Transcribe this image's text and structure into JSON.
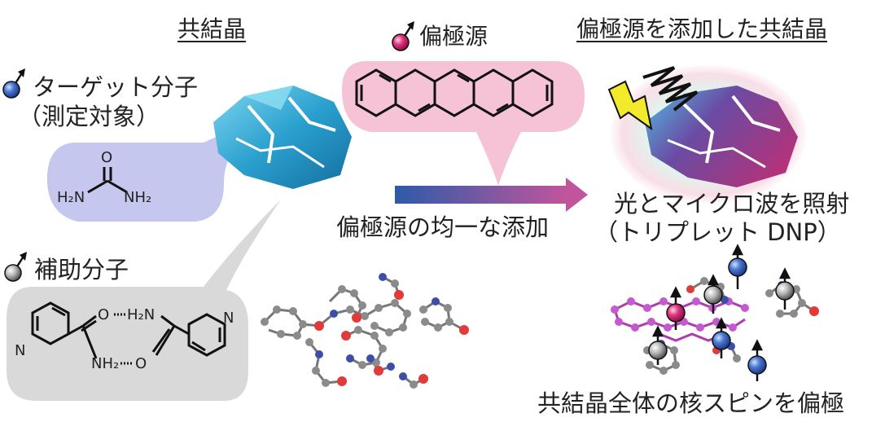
{
  "headings": {
    "cocrystal": "共結晶",
    "polarizer": "偏極源",
    "doped_cocrystal": "偏極源を添加した共結晶"
  },
  "target": {
    "title": "ターゲット分子",
    "subtitle": "（測定対象）",
    "atoms": {
      "o": "O",
      "nh2_left": "H₂N",
      "nh2_right": "NH₂"
    }
  },
  "helper": {
    "title": "補助分子",
    "atoms": {
      "n_left": "N",
      "o_top": "O",
      "h2n_top": "H₂N",
      "nh2_bottom": "NH₂",
      "o_bottom": "O",
      "n_right": "N"
    }
  },
  "process": {
    "doping": "偏極源の均一な添加",
    "irradiation": "光とマイクロ波を照射",
    "method": "（トリプレット DNP）",
    "result": "共結晶全体の核スピンを偏極"
  },
  "colors": {
    "target_blob": "#c6c7ee",
    "helper_blob": "#d9d9d9",
    "polarizer_blob": "#f5c2d6",
    "arrow_start": "#2d5ba8",
    "arrow_end": "#c0559c",
    "crystal": "#3fb3d8",
    "lightning": "#f2ea2b"
  }
}
